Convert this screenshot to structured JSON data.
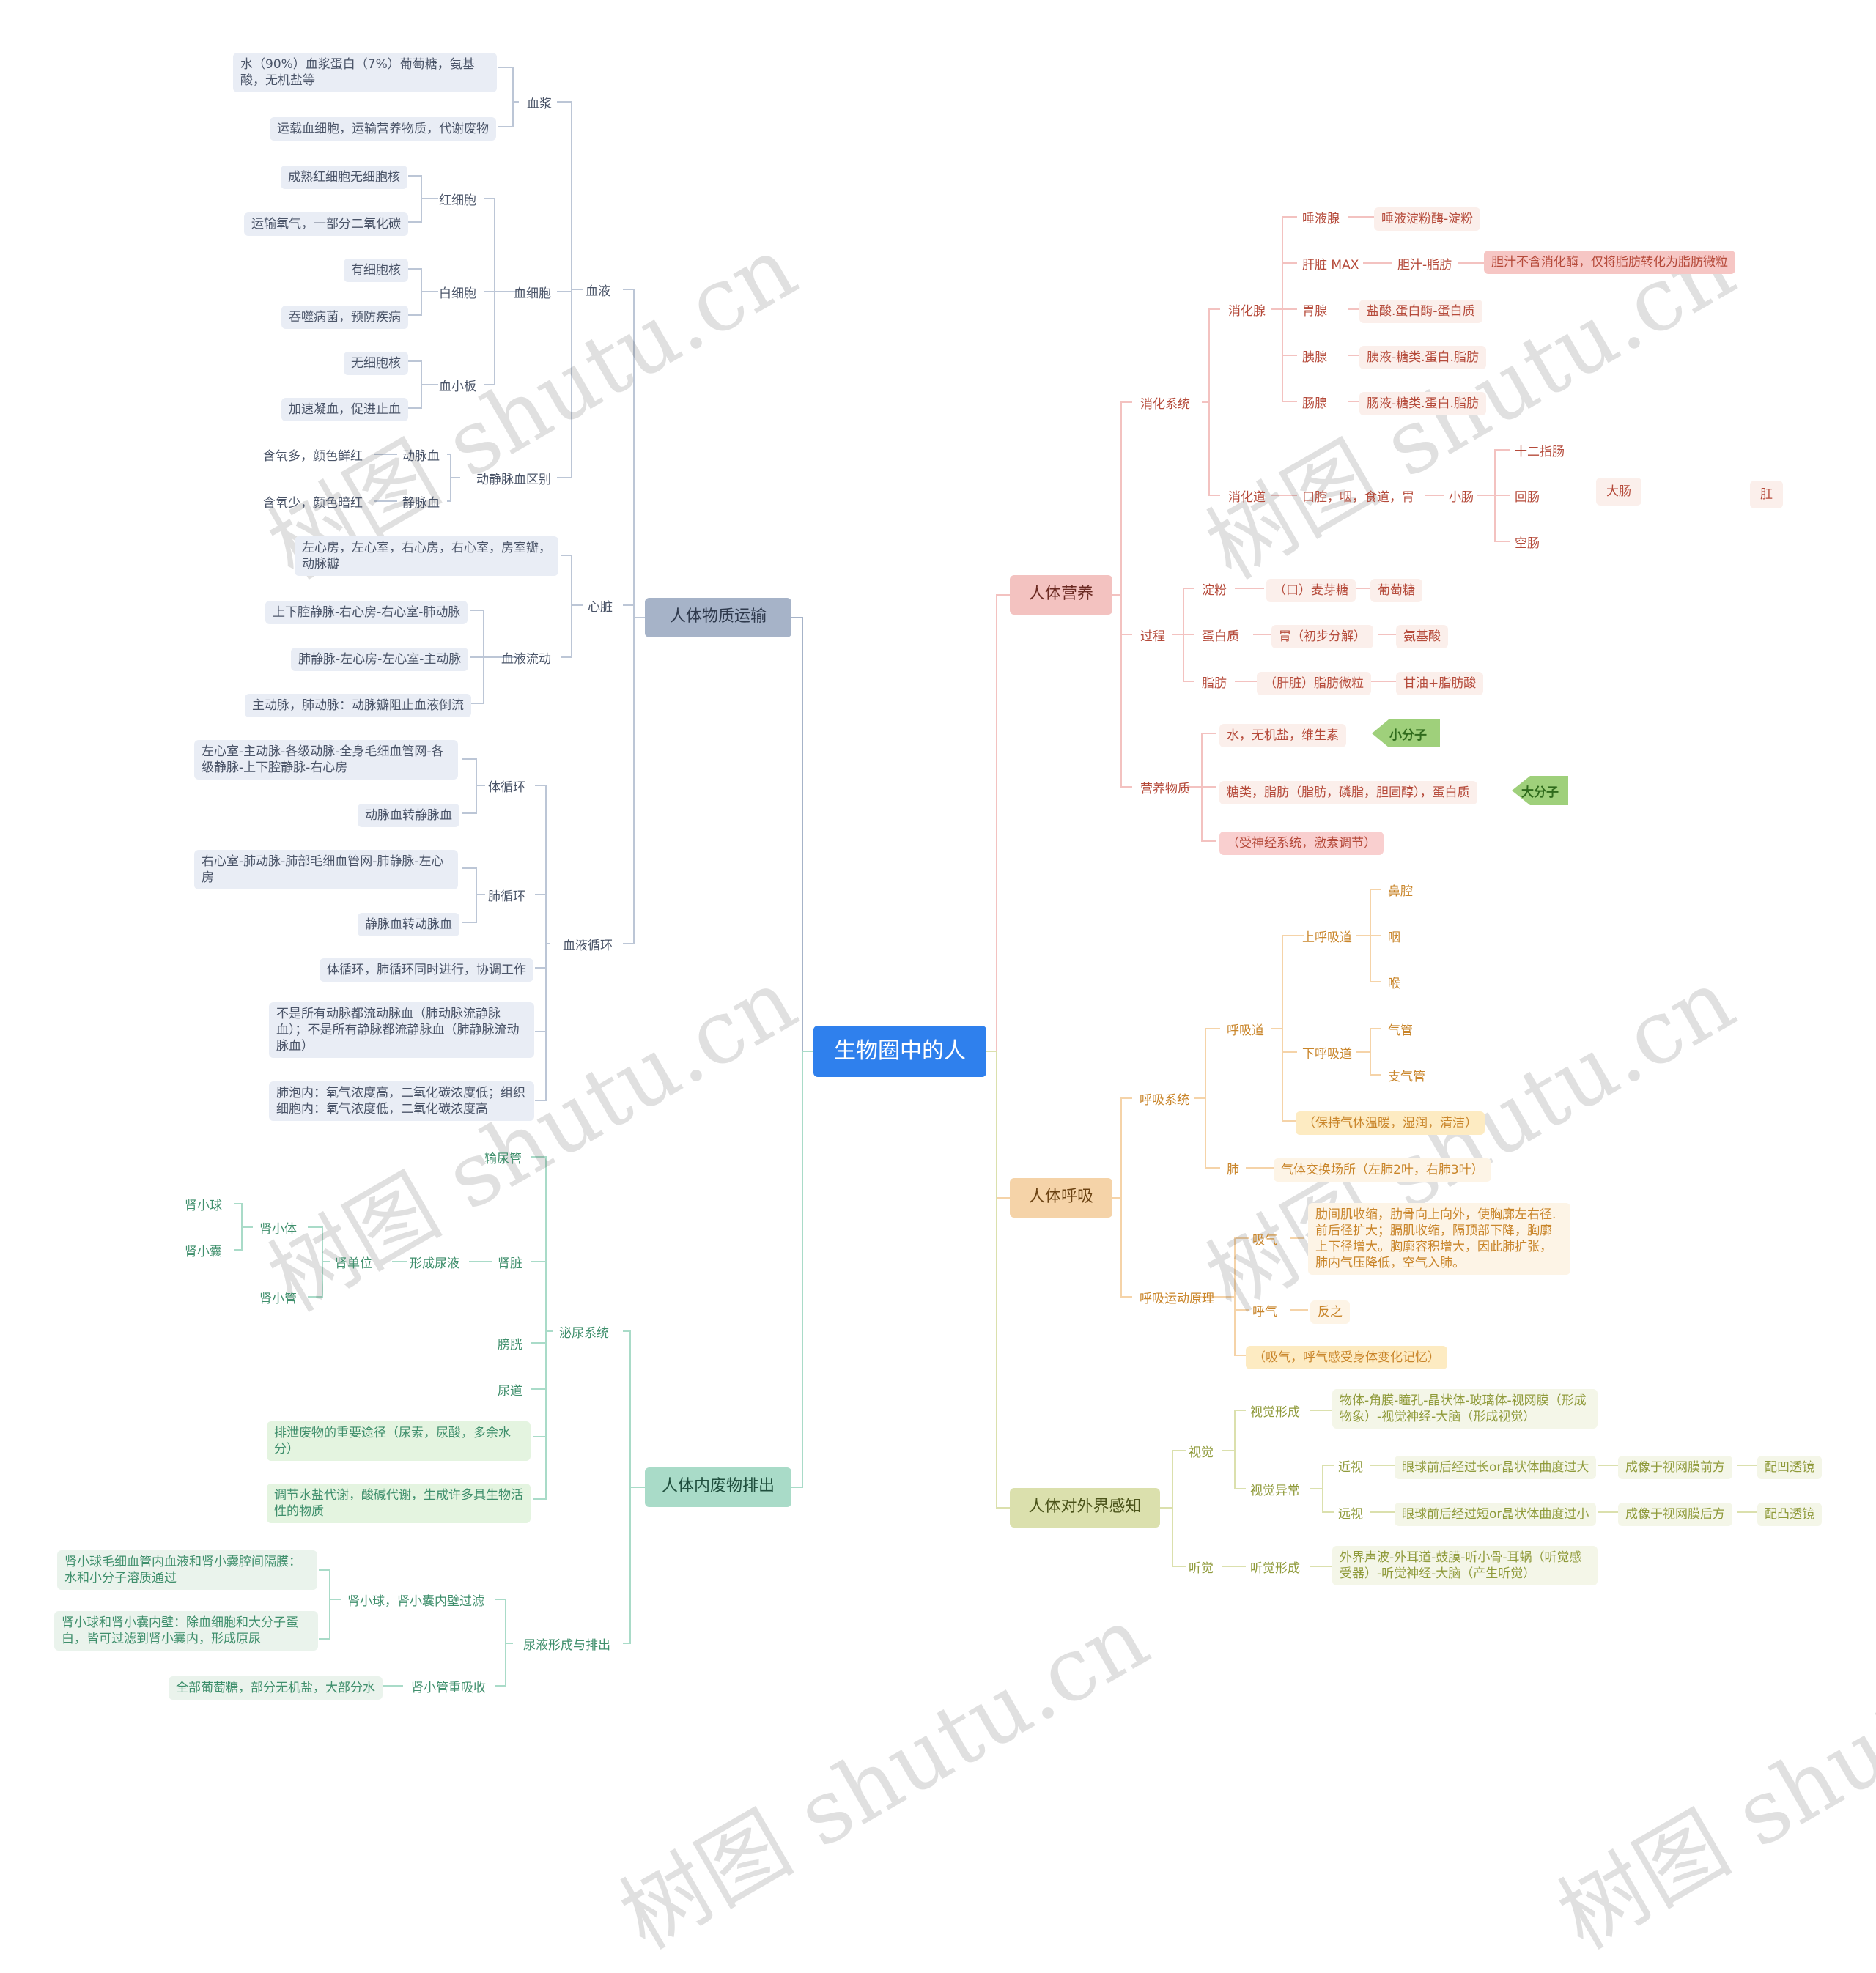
{
  "colors": {
    "root": "#2f80ed",
    "transport": "#a6b3c8",
    "waste": "#a9dbc8",
    "nutrition": "#f3c2c0",
    "respiration": "#f5d3a8",
    "sense": "#dbe0ad"
  },
  "root": "生物圈中的人",
  "transport": {
    "title": "人体物质运输",
    "blood": "血液",
    "plasma": "血浆",
    "plasma_items": [
      "水（90%）血浆蛋白（7%）葡萄糖，氨基酸，无机盐等",
      "运载血细胞，运输营养物质，代谢废物"
    ],
    "blood_cell": "血细胞",
    "rbc": "红细胞",
    "rbc_items": [
      "成熟红细胞无细胞核",
      "运输氧气，一部分二氧化碳"
    ],
    "wbc": "白细胞",
    "wbc_items": [
      "有细胞核",
      "吞噬病菌，预防疾病"
    ],
    "platelet": "血小板",
    "platelet_items": [
      "无细胞核",
      "加速凝血，促进止血"
    ],
    "av_diff": "动静脉血区别",
    "arterial": "动脉血",
    "arterial_item": "含氧多，颜色鲜红",
    "venous": "静脉血",
    "venous_item": "含氧少，颜色暗红",
    "heart": "心脏",
    "heart_item": "左心房，左心室，右心房，右心室，房室瓣，动脉瓣",
    "blood_flow": "血液流动",
    "flow_items": [
      "上下腔静脉-右心房-右心室-肺动脉",
      "肺静脉-左心房-左心室-主动脉",
      "主动脉，肺动脉：动脉瓣阻止血液倒流"
    ],
    "circulation": "血液循环",
    "systemic": "体循环",
    "systemic_items": [
      "左心室-主动脉-各级动脉-全身毛细血管网-各级静脉-上下腔静脉-右心房",
      "动脉血转静脉血"
    ],
    "pulmonary": "肺循环",
    "pulmonary_items": [
      "右心室-肺动脉-肺部毛细血管网-肺静脉-左心房",
      "静脉血转动脉血"
    ],
    "circ_notes": [
      "体循环，肺循环同时进行，协调工作",
      "不是所有动脉都流动脉血（肺动脉流静脉血）；不是所有静脉都流静脉血（肺静脉流动脉血）",
      "肺泡内：氧气浓度高，二氧化碳浓度低；组织细胞内：氧气浓度低，二氧化碳浓度高"
    ]
  },
  "waste": {
    "title": "人体内废物排出",
    "urinary": "泌尿系统",
    "ureter": "输尿管",
    "kidney": "肾脏",
    "form_urine": "形成尿液",
    "nephron": "肾单位",
    "renal_corpuscle": "肾小体",
    "glomerulus": "肾小球",
    "capsule": "肾小囊",
    "tubule": "肾小管",
    "bladder": "膀胱",
    "urethra": "尿道",
    "urinary_notes": [
      "排泄废物的重要途径（尿素，尿酸，多余水分）",
      "调节水盐代谢，酸碱代谢，生成许多具生物活性的物质"
    ],
    "formation": "尿液形成与排出",
    "filtration": "肾小球，肾小囊内壁过滤",
    "filtration_items": [
      "肾小球毛细血管内血液和肾小囊腔间隔膜：水和小分子溶质通过",
      "肾小球和肾小囊内壁：除血细胞和大分子蛋白，皆可过滤到肾小囊内，形成原尿"
    ],
    "reabsorption": "肾小管重吸收",
    "reabsorption_item": "全部葡萄糖，部分无机盐，大部分水"
  },
  "nutrition": {
    "title": "人体营养",
    "digestive_system": "消化系统",
    "glands": "消化腺",
    "gland_rows": [
      {
        "name": "唾液腺",
        "enzyme": "唾液淀粉酶-淀粉"
      },
      {
        "name": "肝脏 MAX",
        "enzyme": "胆汁-脂肪"
      },
      {
        "name": "胃腺",
        "enzyme": "盐酸.蛋白酶-蛋白质"
      },
      {
        "name": "胰腺",
        "enzyme": "胰液-糖类.蛋白.脂肪"
      },
      {
        "name": "肠腺",
        "enzyme": "肠液-糖类.蛋白.脂肪"
      }
    ],
    "bile_note": "胆汁不含消化酶，仅将脂肪转化为脂肪微粒",
    "tract": "消化道",
    "tract_upper": "口腔，咽，食道，胃",
    "small_intestine": "小肠",
    "si_parts": [
      "十二指肠",
      "回肠",
      "空肠"
    ],
    "large_intestine": "大肠",
    "anus": "肛",
    "process": "过程",
    "process_rows": [
      {
        "name": "淀粉",
        "mid": "（口）麦芽糖",
        "end": "葡萄糖"
      },
      {
        "name": "蛋白质",
        "mid": "胃（初步分解）",
        "end": "氨基酸"
      },
      {
        "name": "脂肪",
        "mid": "（肝脏）脂肪微粒",
        "end": "甘油+脂肪酸"
      }
    ],
    "nutrients": "营养物质",
    "small_mol": "水，无机盐，维生素",
    "small_tag": "小分子",
    "large_mol": "糖类，脂肪（脂肪，磷脂，胆固醇），蛋白质",
    "large_tag": "大分子",
    "regulation": "（受神经系统，激素调节）"
  },
  "respiration": {
    "title": "人体呼吸",
    "system": "呼吸系统",
    "tract": "呼吸道",
    "upper": "上呼吸道",
    "upper_items": [
      "鼻腔",
      "咽",
      "喉"
    ],
    "lower": "下呼吸道",
    "lower_items": [
      "气管",
      "支气管"
    ],
    "tract_note": "（保持气体温暖，湿润，清洁）",
    "lung": "肺",
    "lung_item": "气体交换场所（左肺2叶，右肺3叶）",
    "principle": "呼吸运动原理",
    "inhale": "吸气",
    "inhale_item": "肋间肌收缩，肋骨向上向外，使胸廓左右径.前后径扩大；膈肌收缩，隔顶部下降，胸廓上下径增大。胸廓容积增大，因此肺扩张，肺内气压降低，空气入肺。",
    "exhale": "呼气",
    "exhale_item": "反之",
    "principle_note": "（吸气，呼气感受身体变化记忆）"
  },
  "sense": {
    "title": "人体对外界感知",
    "vision": "视觉",
    "vision_form": "视觉形成",
    "vision_form_item": "物体-角膜-瞳孔-晶状体-玻璃体-视网膜（形成物象）-视觉神经-大脑（形成视觉）",
    "vision_abn": "视觉异常",
    "myopia": "近视",
    "myopia_cause": "眼球前后经过长or晶状体曲度过大",
    "myopia_image": "成像于视网膜前方",
    "myopia_fix": "配凹透镜",
    "hyperopia": "远视",
    "hyperopia_cause": "眼球前后经过短or晶状体曲度过小",
    "hyperopia_image": "成像于视网膜后方",
    "hyperopia_fix": "配凸透镜",
    "hearing": "听觉",
    "hearing_form": "听觉形成",
    "hearing_form_item": "外界声波-外耳道-鼓膜-听小骨-耳蜗（听觉感受器）-听觉神经-大脑（产生听觉）"
  },
  "watermark": "树图 shutu.cn"
}
